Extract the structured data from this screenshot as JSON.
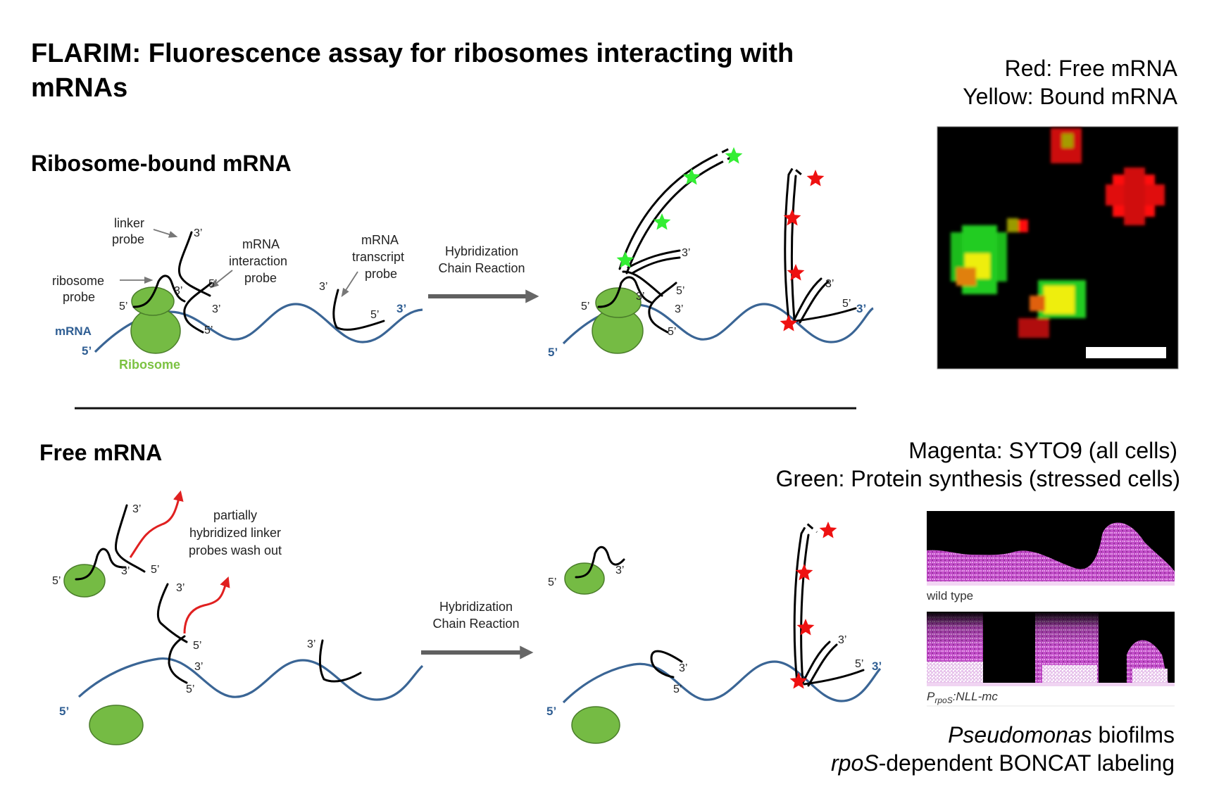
{
  "title_line1": "FLARIM: Fluorescence assay for ribosomes interacting with",
  "title_line2": "mRNAs",
  "section_bound": "Ribosome-bound mRNA",
  "section_free": "Free mRNA",
  "labels": {
    "linker": "linker",
    "probe": "probe",
    "ribosome": "ribosome",
    "mrna_interaction_1": "mRNA",
    "mrna_interaction_2": "interaction",
    "mrna_transcript_1": "mRNA",
    "mrna_transcript_2": "transcript",
    "mrna": "mRNA",
    "ribosome_name": "Ribosome",
    "partial_1": "partially",
    "partial_2": "hybridized linker",
    "partial_3": "probes wash out",
    "five": "5’",
    "three": "3’"
  },
  "hcr_line1": "Hybridization",
  "hcr_line2": "Chain Reaction",
  "legend_top": [
    "Red: Free mRNA",
    "Yellow: Bound mRNA"
  ],
  "legend_bottom": [
    "Magenta: SYTO9 (all cells)",
    "Green: Protein synthesis (stressed cells)"
  ],
  "panel_labels": {
    "wild_type": "wild type",
    "mutant_P": "P",
    "mutant_sub": "rpoS",
    "mutant_rest": ":NLL-mc"
  },
  "caption_italic1": "Pseudomonas",
  "caption_rest1": " biofilms",
  "caption_italic2": "rpoS",
  "caption_rest2": "-dependent BONCAT labeling",
  "colors": {
    "mrna_blue": "#3a6595",
    "ribosome_green": "#75bb44",
    "star_green": "#33ee33",
    "star_red": "#ee1111",
    "arrow_gray": "#606060",
    "magenta": "#c050c8"
  }
}
